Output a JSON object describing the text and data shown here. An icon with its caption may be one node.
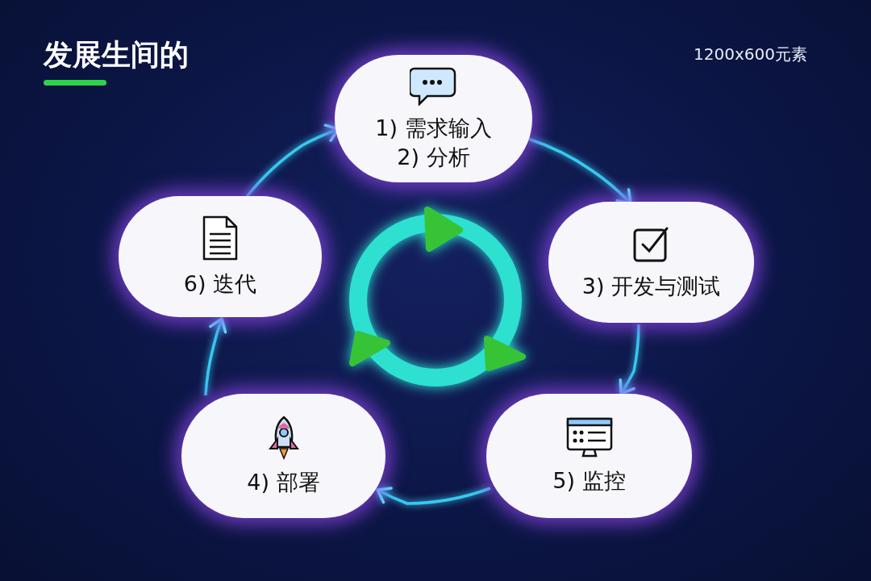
{
  "diagram": {
    "title": "发展生间的",
    "nodes": [
      {
        "text": [
          "1) 需求输入",
          "2) 分析"
        ]
      },
      {
        "text": [
          "3) 开发与测试"
        ]
      },
      {
        "text": [
          "5) 监控"
        ]
      },
      {
        "text": [
          "4) 部署"
        ]
      },
      {
        "text": [
          "6) 迭代"
        ]
      }
    ],
    "edges": [
      {
        "from": 0,
        "to": 1,
        "arrow": "to"
      },
      {
        "from": 1,
        "to": 2,
        "arrow": "to"
      },
      {
        "from": 2,
        "to": 3,
        "arrow": "to"
      },
      {
        "from": 3,
        "to": 4,
        "arrow": "to"
      },
      {
        "from": 4,
        "to": 0,
        "arrow": "to"
      }
    ],
    "labels": [
      "1200x600元素"
    ]
  }
}
